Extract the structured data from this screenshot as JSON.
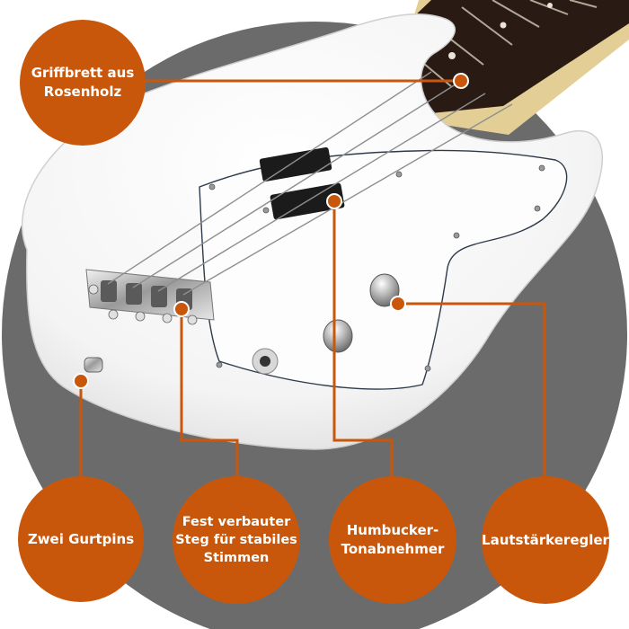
{
  "colors": {
    "background_disc": "#6b6b6b",
    "callout_orange": "#c8570b",
    "guitar_body": "#fbfbfb",
    "fretboard": "#2a1a14",
    "leader_line": "#c8570b"
  },
  "callouts": {
    "griffbrett": "Griffbrett aus\nRosenholz",
    "gurtpins": "Zwei Gurtpins",
    "steg": "Fest verbauter\nSteg für stabiles\nStimmen",
    "humbucker": "Humbucker-\nTonabnehmer",
    "lautstaerke": "Lautstärkeregler"
  }
}
